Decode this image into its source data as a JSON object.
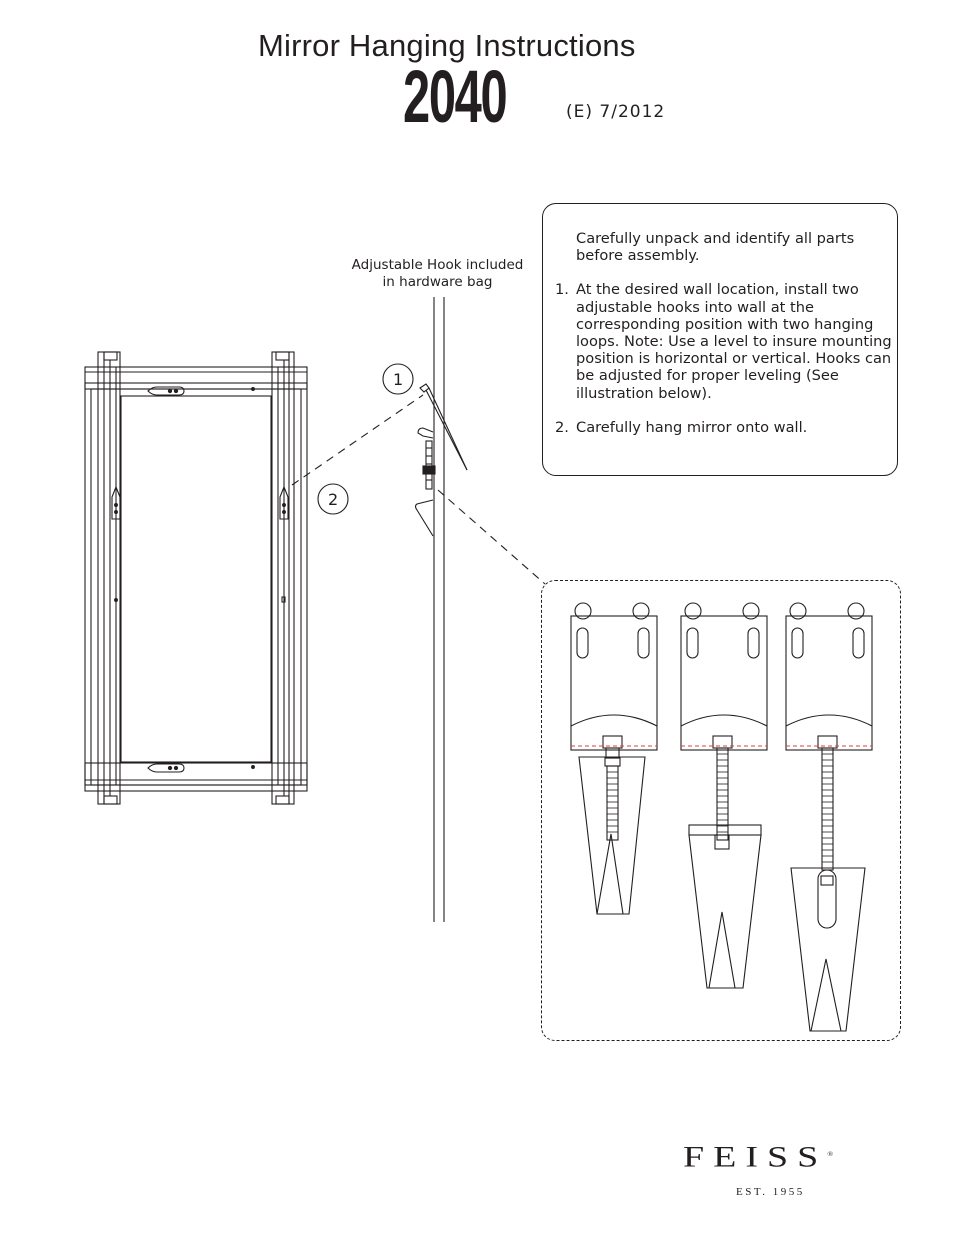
{
  "header": {
    "title": "Mirror Hanging Instructions",
    "model_number": "2040",
    "revision": "(E)   7/2012"
  },
  "diagram": {
    "hook_note_line1": "Adjustable Hook included",
    "hook_note_line2": "in hardware bag",
    "callout_1": "1",
    "callout_2": "2"
  },
  "instructions": {
    "intro": "Carefully unpack and identify all parts before assembly.",
    "steps": [
      {
        "number": "1.",
        "text": "At the desired wall location, install two adjustable hooks into wall at the corresponding position with two hanging loops. Note: Use a level to insure mounting position is horizontal or vertical. Hooks can be adjusted for proper leveling (See illustration below)."
      },
      {
        "number": "2.",
        "text": "Carefully hang mirror onto wall."
      }
    ]
  },
  "brand": {
    "name": "FEISS",
    "registered": "®",
    "established": "EST. 1955"
  },
  "colors": {
    "ink": "#231f20",
    "guide_red": "#e03c3c"
  }
}
